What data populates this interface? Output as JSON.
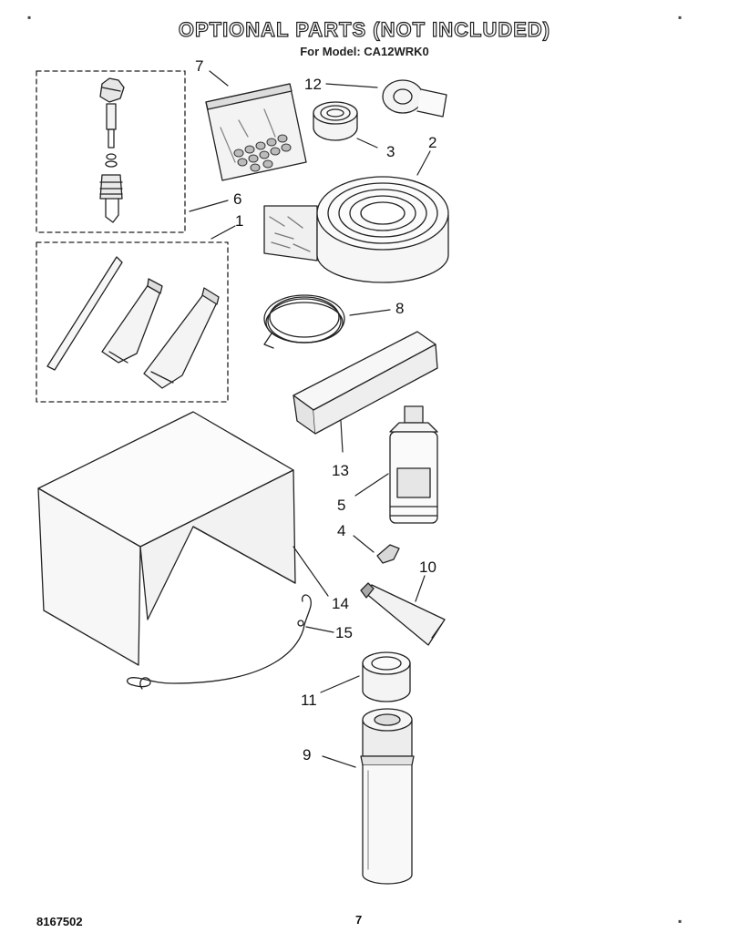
{
  "header": {
    "title": "OPTIONAL PARTS (NOT INCLUDED)",
    "subtitle": "For Model: CA12WRK0"
  },
  "callouts": [
    "1",
    "2",
    "3",
    "4",
    "5",
    "6",
    "7",
    "8",
    "9",
    "10",
    "11",
    "12",
    "13",
    "14",
    "15"
  ],
  "footer": {
    "doc_number": "8167502",
    "page_number": "7"
  }
}
